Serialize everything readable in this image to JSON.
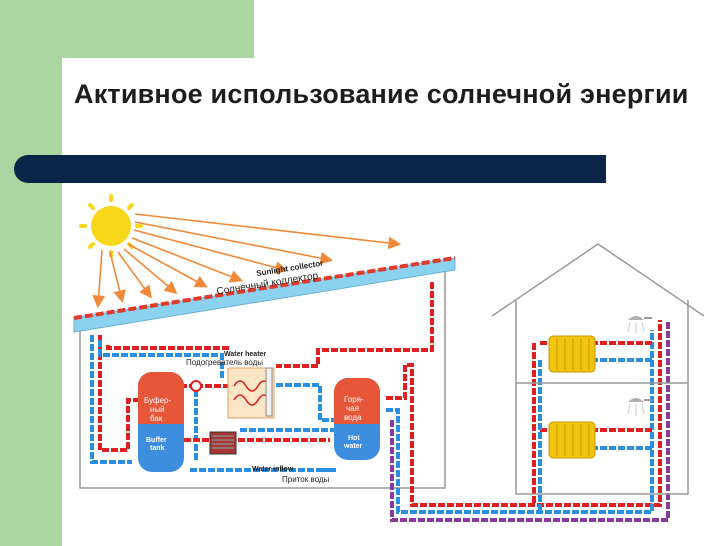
{
  "slide": {
    "title": "Активное использование солнечной энергии"
  },
  "colors": {
    "accent_green": "#a9d6a0",
    "title_bar": "#0a2547",
    "hot_pipe": "#e02020",
    "cold_pipe": "#2a8fe0",
    "return_pipe": "#8a3a9c",
    "sun": "#f7d71a",
    "ray": "#f08a3a",
    "radiator": "#f2c40f"
  },
  "diagram": {
    "collector_label_en": "Sunlight collector",
    "collector_label_ru": "Солнечный коллектор",
    "water_heater_en": "Water heater",
    "water_heater_ru": "Подогреватель воды",
    "buffer_tank_ru": "Буфер-\nный\nбак",
    "buffer_tank_en": "Buffer\ntank",
    "hot_water_ru": "Горя-\nчая\nвода",
    "hot_water_en": "Hot\nwater",
    "water_inflow_en": "Water inflow",
    "water_inflow_ru": "Приток воды"
  }
}
